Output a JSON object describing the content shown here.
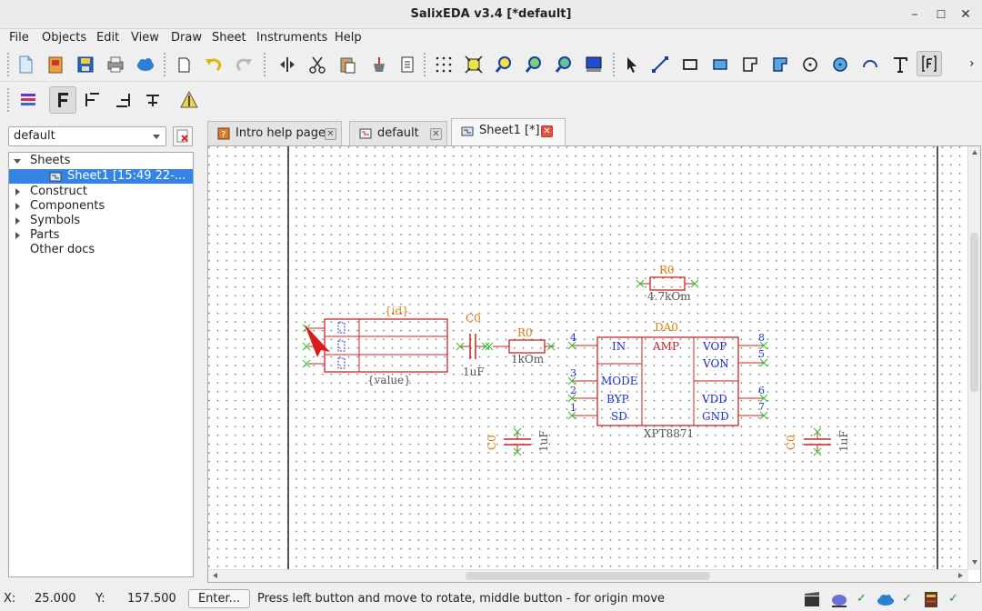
{
  "window": {
    "title": "SalixEDA v3.4 [*default]",
    "min": "–",
    "max": "☐",
    "close": "✕"
  },
  "menu": [
    "File",
    "Objects",
    "Edit",
    "View",
    "Draw",
    "Sheet",
    "Instruments",
    "Help"
  ],
  "toolbar": {
    "overflow": "›"
  },
  "left": {
    "combo_value": "default",
    "tree": {
      "sheets": "Sheets",
      "sheet1": "Sheet1 [15:49 22-...",
      "construct": "Construct",
      "components": "Components",
      "symbols": "Symbols",
      "parts": "Parts",
      "other": "Other docs"
    }
  },
  "tabs": [
    {
      "label": "Intro help page",
      "close": "✕"
    },
    {
      "label": "default",
      "close": "✕"
    },
    {
      "label": "Sheet1 [*]",
      "close": "✕"
    }
  ],
  "schematic": {
    "conn": {
      "id": "{id}",
      "value": "{value}"
    },
    "c0a": {
      "id": "C0",
      "value": "1uF"
    },
    "r0a": {
      "id": "R0",
      "value": "1kOm"
    },
    "r0b": {
      "id": "R0",
      "value": "4.7kOm"
    },
    "da0": {
      "id": "DA0",
      "part": "XPT8871",
      "core": "AMP",
      "left_pins": [
        {
          "name": "IN",
          "num": "4"
        },
        {
          "name": "MODE",
          "num": "3"
        },
        {
          "name": "BYP",
          "num": "2"
        },
        {
          "name": "SD",
          "num": "1"
        }
      ],
      "right_pins": [
        {
          "name": "VOP",
          "num": "8"
        },
        {
          "name": "VON",
          "num": "5"
        },
        {
          "name": "VDD",
          "num": "6"
        },
        {
          "name": "GND",
          "num": "7"
        }
      ]
    },
    "c0b": {
      "id": "C0",
      "value": "1uF"
    },
    "c0c": {
      "id": "C0",
      "value": "1uF"
    }
  },
  "status": {
    "x_label": "X:",
    "x_value": "25.000",
    "y_label": "Y:",
    "y_value": "157.500",
    "enter": "Enter...",
    "message": "Press left button and move to rotate, middle button - for origin move",
    "check": "✓"
  },
  "colors": {
    "component": "#cc2222",
    "label": "#e07a10",
    "pin_name": "#1c2fcf",
    "wire_end": "#2fbf2f",
    "selection": "#3584e4"
  }
}
